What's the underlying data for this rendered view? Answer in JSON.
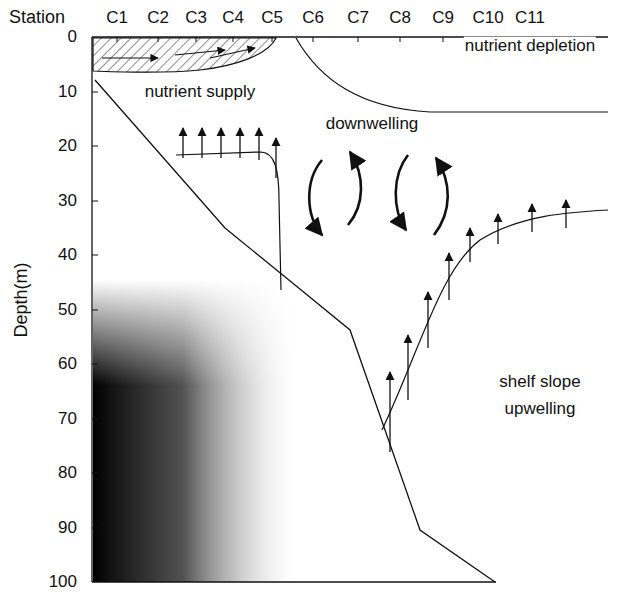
{
  "diagram": {
    "labels": [
      "Station",
      "C1",
      "C2",
      "C3",
      "C4",
      "C5",
      "C6",
      "C7",
      "C8",
      "C9",
      "C10",
      "C11",
      "0",
      "10",
      "20",
      "30",
      "40",
      "50",
      "60",
      "70",
      "80",
      "90",
      "100",
      "Depth(m)",
      "nutrient supply",
      "nutrient depletion",
      "downwelling",
      "shelf slope upwelling"
    ]
  }
}
